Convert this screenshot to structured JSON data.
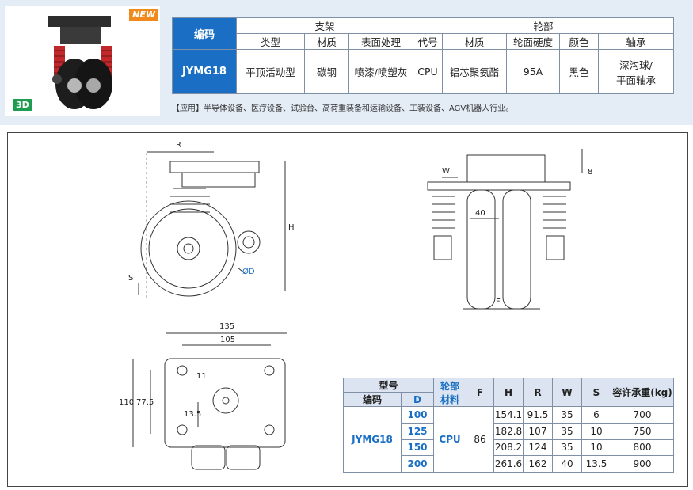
{
  "badges": {
    "new": "NEW",
    "three_d": "3D"
  },
  "spec": {
    "code_header": "编码",
    "bracket_group": "支架",
    "wheel_group": "轮部",
    "cols": [
      "类型",
      "材质",
      "表面处理",
      "代号",
      "材质",
      "轮面硬度",
      "颜色",
      "轴承"
    ],
    "row": {
      "code": "JYMG18",
      "type": "平顶活动型",
      "bracket_material": "碳钢",
      "surface": "喷漆/喷塑灰",
      "wheel_code": "CPU",
      "wheel_material": "铝芯聚氨酯",
      "hardness": "95A",
      "color": "黑色",
      "bearing_line1": "深沟球/",
      "bearing_line2": "平面轴承"
    }
  },
  "application": "【应用】半导体设备、医疗设备、试验台、高荷重装备和运输设备、工装设备、AGV机器人行业。",
  "dims": {
    "R": "R",
    "H": "H",
    "S": "S",
    "D": "ØD",
    "W": "W",
    "8": "8",
    "40": "40",
    "F": "F",
    "135": "135",
    "105": "105",
    "11": "11",
    "110": "110",
    "77_5": "77.5",
    "13_5": "13.5"
  },
  "model_table": {
    "h_model": "型号",
    "h_code": "编码",
    "h_d": "D",
    "h_wheel_line1": "轮部",
    "h_wheel_line2": "材料",
    "h_f": "F",
    "h_h": "H",
    "h_r": "R",
    "h_w": "W",
    "h_s": "S",
    "h_load": "容许承重(kg)",
    "code": "JYMG18",
    "wheel": "CPU",
    "f": "86",
    "rows": [
      {
        "d": "100",
        "h": "154.1",
        "r": "91.5",
        "w": "35",
        "s": "6",
        "load": "700"
      },
      {
        "d": "125",
        "h": "182.8",
        "r": "107",
        "w": "35",
        "s": "10",
        "load": "750"
      },
      {
        "d": "150",
        "h": "208.2",
        "r": "124",
        "w": "35",
        "s": "10",
        "load": "800"
      },
      {
        "d": "200",
        "h": "261.6",
        "r": "162",
        "w": "40",
        "s": "13.5",
        "load": "900"
      }
    ]
  }
}
